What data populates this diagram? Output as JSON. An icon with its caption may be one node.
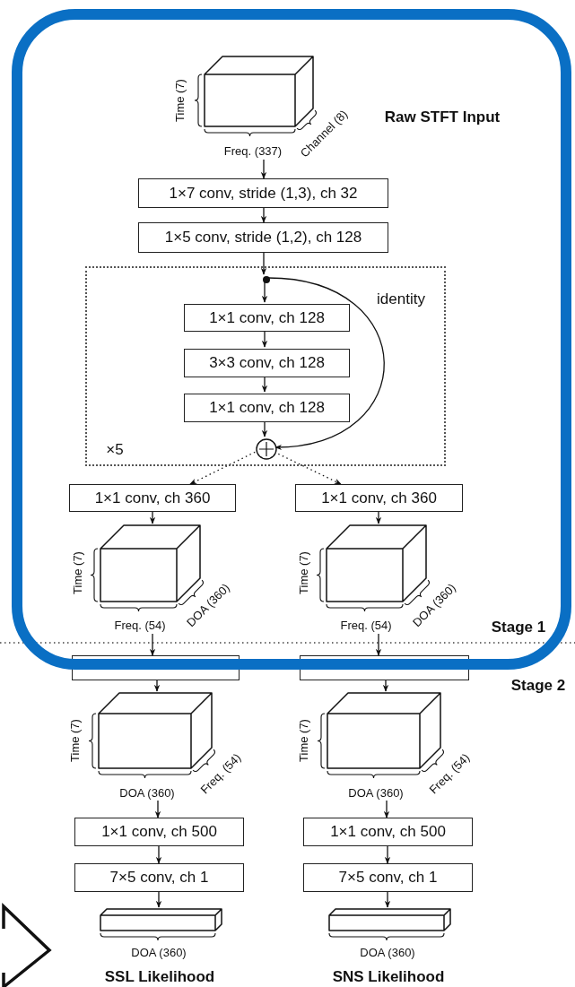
{
  "diagram": {
    "nodes": [
      {
        "text": [
          "Time (7)",
          "Freq. (337)",
          "Channel (8)"
        ],
        "beside": [
          "Raw STFT Input"
        ]
      },
      {
        "text": [
          "1×7 conv, stride (1,3), ch 32"
        ]
      },
      {
        "text": [
          "1×5 conv, stride (1,2), ch 128"
        ]
      },
      {
        "text": [
          "×5"
        ]
      },
      {
        "text": [],
        "shape": "circle",
        "in": 3
      },
      {
        "text": [
          "1×1 conv, ch 128"
        ],
        "in": 3
      },
      {
        "text": [
          "3×3 conv, ch 128"
        ],
        "in": 3
      },
      {
        "text": [
          "1×1 conv, ch 128"
        ],
        "in": 3
      },
      {
        "text": [],
        "shape": "circle",
        "in": 3
      },
      {
        "text": [
          "1×1 conv, ch 360"
        ]
      },
      {
        "text": [
          "1×1 conv, ch 360"
        ]
      },
      {
        "text": [
          "Time (7)",
          "Freq. (54)",
          "DOA (360)"
        ]
      },
      {
        "text": [
          "Time (7)",
          "Freq. (54)",
          "DOA (360)"
        ]
      },
      {
        "text": [],
        "shape": "box"
      },
      {
        "text": [],
        "shape": "box"
      },
      {
        "text": [
          "Time (7)",
          "DOA (360)",
          "Freq. (54)"
        ]
      },
      {
        "text": [
          "Time (7)",
          "DOA (360)",
          "Freq. (54)"
        ]
      },
      {
        "text": [
          "1×1 conv, ch 500"
        ]
      },
      {
        "text": [
          "1×1 conv, ch 500"
        ]
      },
      {
        "text": [
          "7×5 conv, ch 1"
        ]
      },
      {
        "text": [
          "7×5 conv, ch 1"
        ]
      },
      {
        "text": [
          "DOA (360)"
        ],
        "beside": [
          "SSL Likelihood"
        ]
      },
      {
        "text": [
          "DOA (360)"
        ],
        "beside": [
          "SNS Likelihood"
        ]
      }
    ],
    "edges": [
      {
        "from": 0,
        "to": 1,
        "arrow": "to"
      },
      {
        "from": 1,
        "to": 2,
        "arrow": "to"
      },
      {
        "from": 2,
        "to": 4,
        "arrow": "to"
      },
      {
        "from": 4,
        "to": 5,
        "arrow": "to"
      },
      {
        "from": 5,
        "to": 6,
        "arrow": "to"
      },
      {
        "from": 6,
        "to": 7,
        "arrow": "to"
      },
      {
        "from": 7,
        "to": 8,
        "arrow": "to"
      },
      {
        "from": 4,
        "to": 8,
        "arrow": "to",
        "label": "identity"
      },
      {
        "from": 8,
        "to": 9,
        "arrow": "to",
        "style": "dashed"
      },
      {
        "from": 8,
        "to": 10,
        "arrow": "to",
        "style": "dashed"
      },
      {
        "from": 9,
        "to": 11,
        "arrow": "to"
      },
      {
        "from": 10,
        "to": 12,
        "arrow": "to"
      },
      {
        "from": 11,
        "to": 13,
        "arrow": "to"
      },
      {
        "from": 12,
        "to": 14,
        "arrow": "to"
      },
      {
        "from": 13,
        "to": 15,
        "arrow": "to"
      },
      {
        "from": 14,
        "to": 16,
        "arrow": "to"
      },
      {
        "from": 15,
        "to": 17,
        "arrow": "to"
      },
      {
        "from": 16,
        "to": 18,
        "arrow": "to"
      },
      {
        "from": 17,
        "to": 19,
        "arrow": "to"
      },
      {
        "from": 18,
        "to": 20,
        "arrow": "to"
      },
      {
        "from": 19,
        "to": 21,
        "arrow": "to"
      },
      {
        "from": 20,
        "to": 22,
        "arrow": "to"
      }
    ],
    "labels": [
      "Stage 1",
      "Stage 2"
    ]
  }
}
